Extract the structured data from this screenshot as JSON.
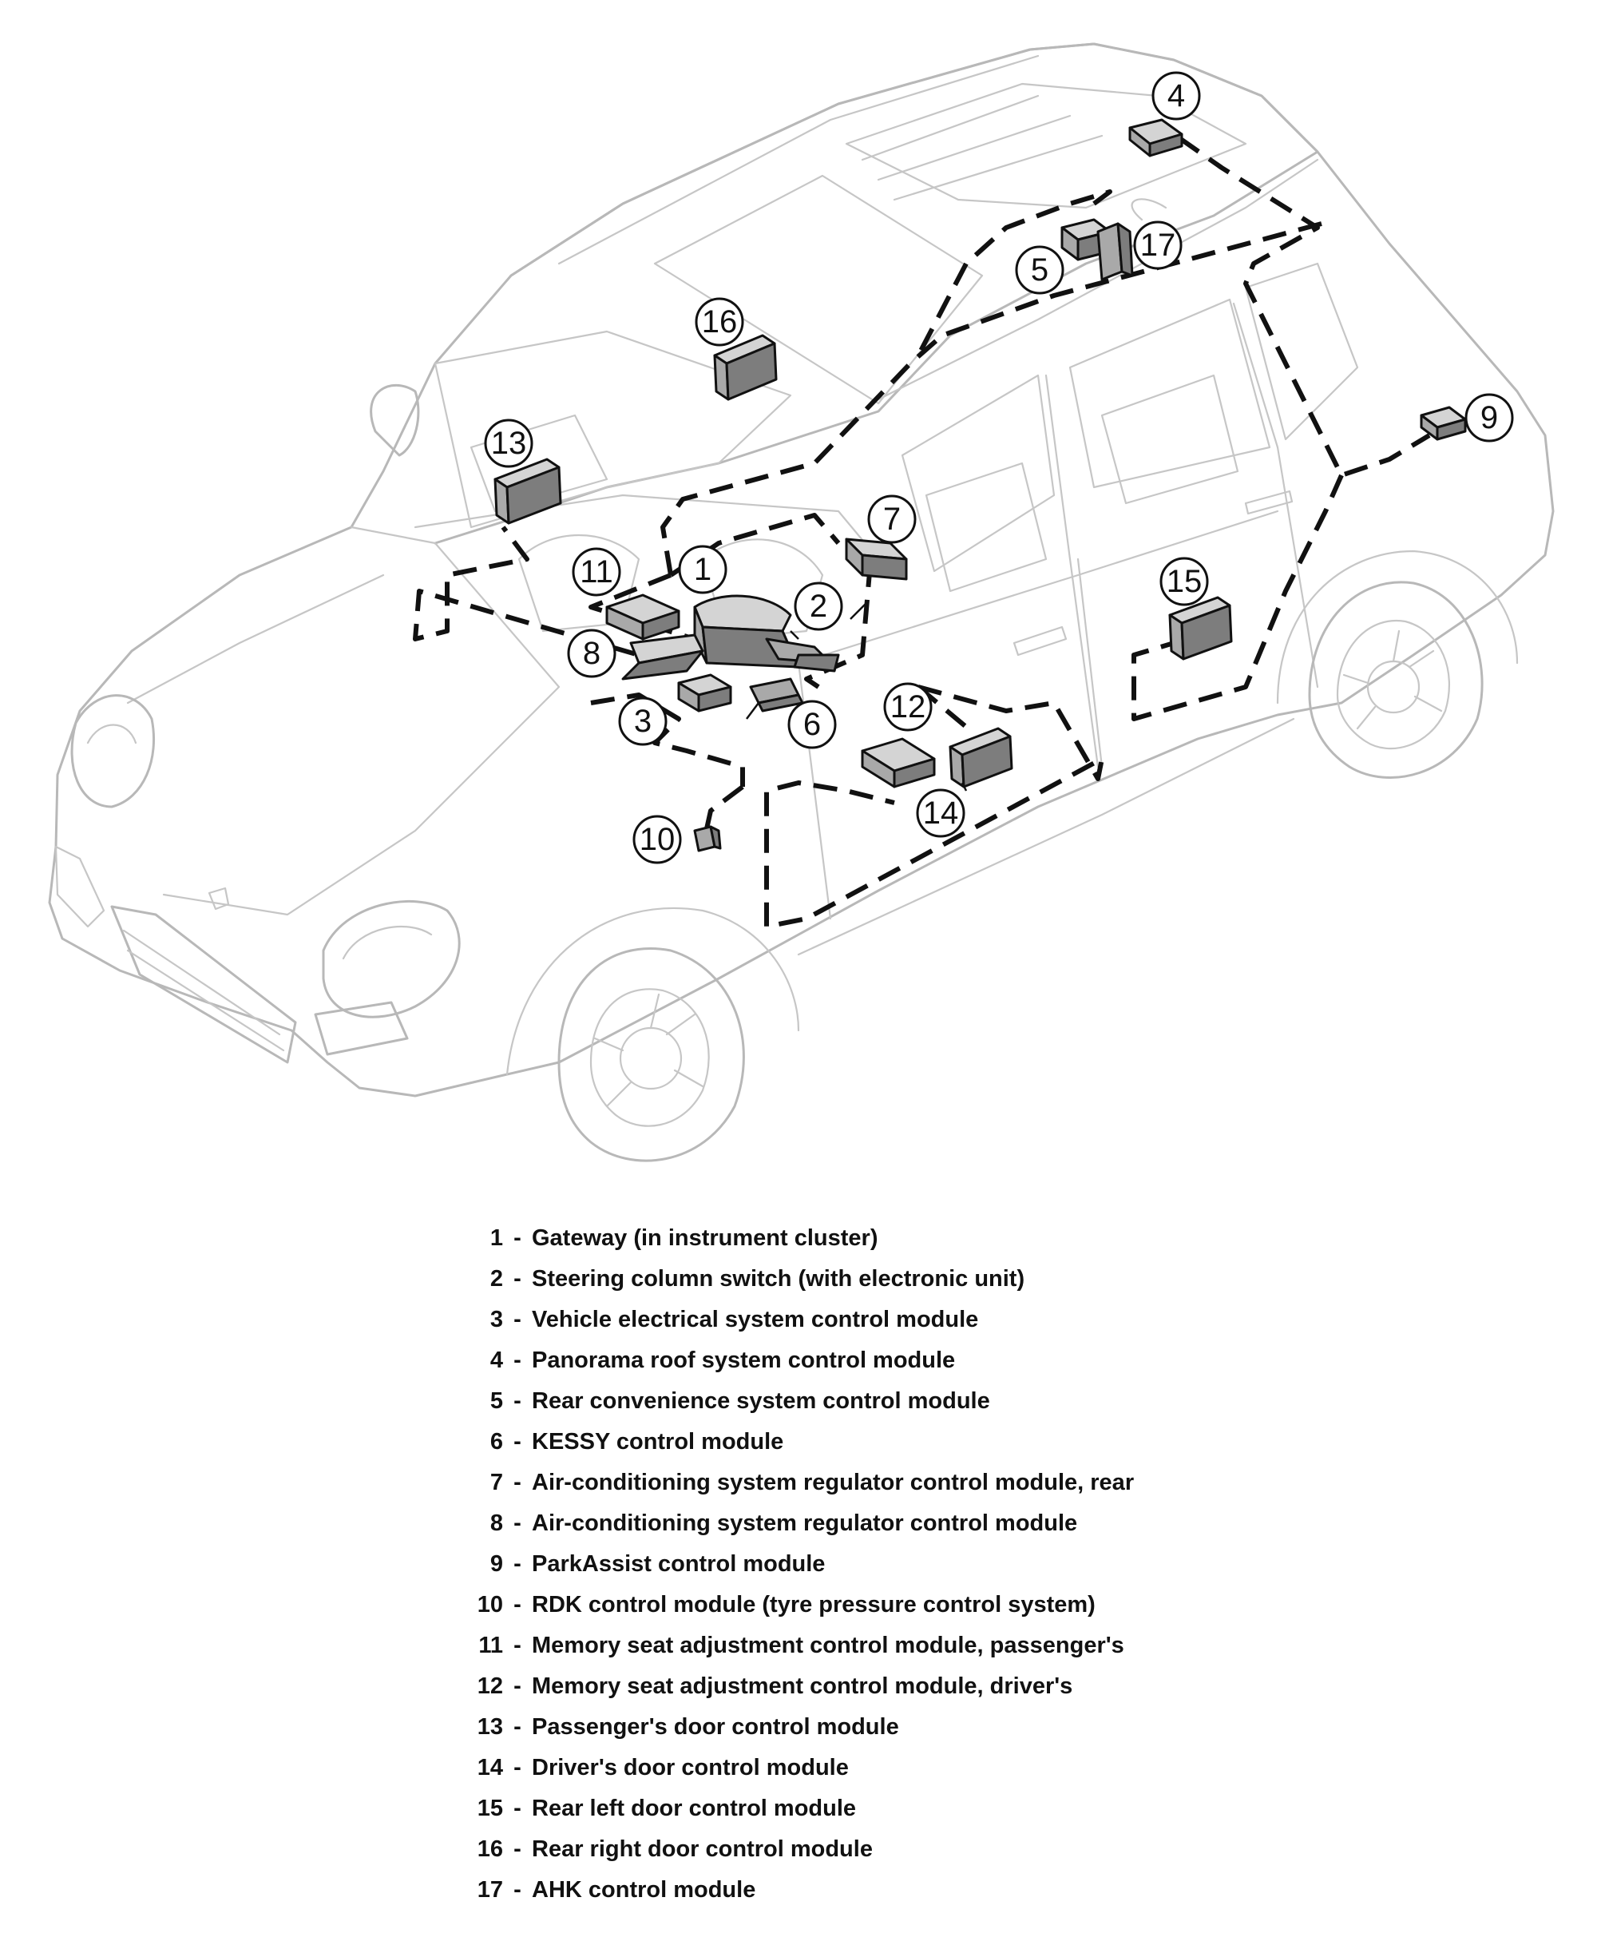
{
  "callouts": [
    "1",
    "2",
    "3",
    "4",
    "5",
    "6",
    "7",
    "8",
    "9",
    "10",
    "11",
    "12",
    "13",
    "14",
    "15",
    "16",
    "17"
  ],
  "legend": {
    "separator": "-",
    "items": [
      {
        "num": "1",
        "text": "Gateway (in instrument cluster)"
      },
      {
        "num": "2",
        "text": "Steering column switch (with electronic unit)"
      },
      {
        "num": "3",
        "text": "Vehicle electrical system control module"
      },
      {
        "num": "4",
        "text": "Panorama roof system control module"
      },
      {
        "num": "5",
        "text": "Rear convenience system control module"
      },
      {
        "num": "6",
        "text": "KESSY control module"
      },
      {
        "num": "7",
        "text": "Air-conditioning system regulator control module, rear"
      },
      {
        "num": "8",
        "text": "Air-conditioning system regulator control module"
      },
      {
        "num": "9",
        "text": "ParkAssist control module"
      },
      {
        "num": "10",
        "text": "RDK control module (tyre pressure control system)"
      },
      {
        "num": "11",
        "text": "Memory seat adjustment control module, passenger's"
      },
      {
        "num": "12",
        "text": "Memory seat adjustment control module, driver's"
      },
      {
        "num": "13",
        "text": "Passenger's door control module"
      },
      {
        "num": "14",
        "text": "Driver's door control module"
      },
      {
        "num": "15",
        "text": "Rear left door control module"
      },
      {
        "num": "16",
        "text": "Rear right door control module"
      },
      {
        "num": "17",
        "text": "AHK control module"
      }
    ]
  }
}
